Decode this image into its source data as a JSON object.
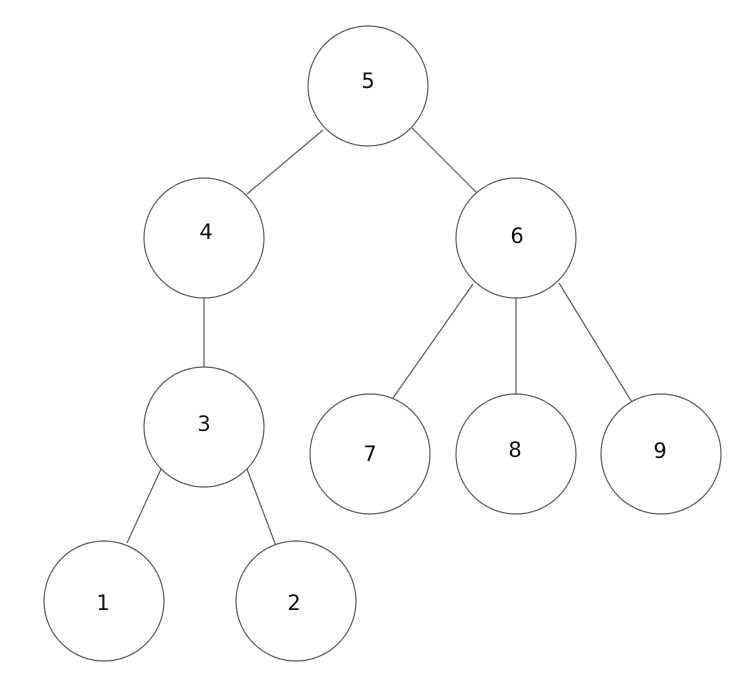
{
  "tree": {
    "nodes": [
      {
        "id": "n5",
        "label": "5"
      },
      {
        "id": "n4",
        "label": "4"
      },
      {
        "id": "n6",
        "label": "6"
      },
      {
        "id": "n3",
        "label": "3"
      },
      {
        "id": "n7",
        "label": "7"
      },
      {
        "id": "n8",
        "label": "8"
      },
      {
        "id": "n9",
        "label": "9"
      },
      {
        "id": "n1",
        "label": "1"
      },
      {
        "id": "n2",
        "label": "2"
      }
    ],
    "edges": [
      {
        "from": "n5",
        "to": "n4"
      },
      {
        "from": "n5",
        "to": "n6"
      },
      {
        "from": "n4",
        "to": "n3"
      },
      {
        "from": "n6",
        "to": "n7"
      },
      {
        "from": "n6",
        "to": "n8"
      },
      {
        "from": "n6",
        "to": "n9"
      },
      {
        "from": "n3",
        "to": "n1"
      },
      {
        "from": "n3",
        "to": "n2"
      }
    ],
    "colors": {
      "stroke": "#5a5a5a",
      "fill": "#ffffff",
      "text": "#111111"
    }
  }
}
